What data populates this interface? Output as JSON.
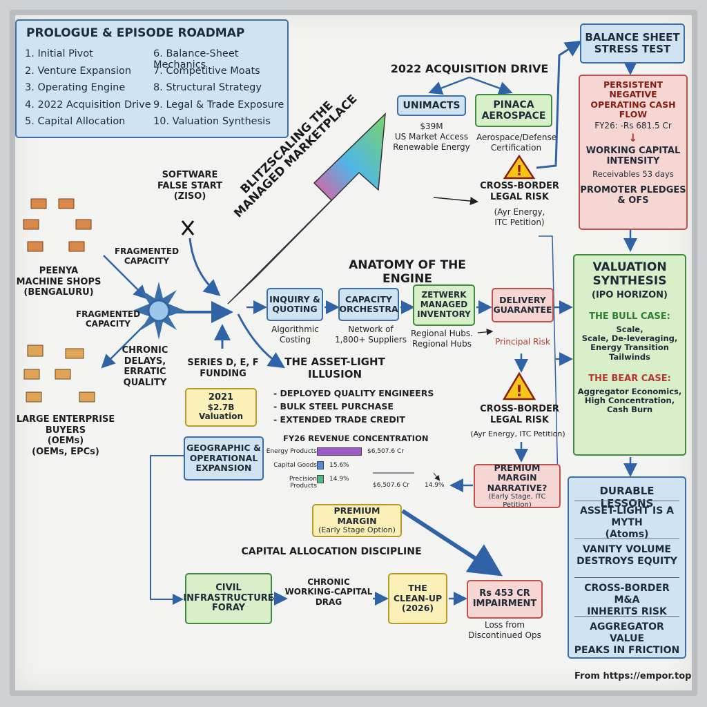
{
  "roadmap": {
    "title": "PROLOGUE & EPISODE ROADMAP",
    "left": [
      "1. Initial Pivot",
      "2. Venture Expansion",
      "3. Operating Engine",
      "4. 2022 Acquisition Drive",
      "5. Capital Allocation"
    ],
    "right": [
      "6. Balance-Sheet Mechanics",
      "7. Competitive Moats",
      "8. Structural Strategy",
      "9. Legal & Trade Exposure",
      "10. Valuation Synthesis"
    ]
  },
  "banner": {
    "line1": "BLITZSCALING THE",
    "line2": "MANAGED MARKETPLACE"
  },
  "acquisition": {
    "title": "2022 ACQUISITION DRIVE",
    "unimacts": {
      "name": "UNIMACTS",
      "note": "$39M\nUS Market Access\nRenewable Energy"
    },
    "pinaca": {
      "name": "PINACA\nAEROSPACE",
      "note": "Aerospace/Defense\nCertification"
    },
    "risk1": "CROSS-BORDER\nLEGAL RISK",
    "risk1_note": "(Ayr Energy,\nITC Petition)"
  },
  "balance": {
    "title": "BALANCE SHEET\nSTRESS TEST",
    "neg": "PERSISTENT NEGATIVE\nOPERATING CASH FLOW",
    "fy": "FY26: -Rs 681.5 Cr",
    "wc": "WORKING CAPITAL\nINTENSITY",
    "recv": "Receivables 53 days",
    "pledge": "PROMOTER PLEDGES\n& OFS"
  },
  "left_side": {
    "software": "SOFTWARE\nFALSE START\n(ZISO)",
    "frag1": "FRAGMENTED\nCAPACITY",
    "frag2": "FRAGMENTED\nCAPACITY",
    "peenya": "PEENYA\nMACHINE SHOPS\n(BENGALURU)",
    "delays": "CHRONIC\nDELAYS,\nERRATIC\nQUALITY",
    "buyers": "LARGE ENTERPRISE\nBUYERS\n(OEMs)\n(OEMs, EPCs)",
    "series": "SERIES D, E, F\nFUNDING",
    "val_year": "2021",
    "val_amt": "$2.7B Valuation"
  },
  "engine": {
    "title": "ANATOMY OF THE ENGINE",
    "inquiry": "INQUIRY &\nQUOTING",
    "inquiry_note": "Algorithmic\nCosting",
    "capacity": "CAPACITY\nORCHESTRA",
    "capacity_note": "Network of\n1,800+ Suppliers",
    "inventory": "ZETWERK\nMANAGED\nINVENTORY",
    "inventory_note": "Regional Hubs.\nRegional Hubs",
    "delivery": "DELIVERY\nGUARANTEE",
    "principal": "Principal Risk",
    "risk2": "CROSS-BORDER\nLEGAL RISK",
    "risk2_note": "(Ayr Energy, ITC Petition)"
  },
  "illusion": {
    "title": "THE ASSET-LIGHT\nILLUSION",
    "items": [
      "- DEPLOYED QUALITY ENGINEERS",
      "- BULK STEEL PURCHASE",
      "- EXTENDED TRADE CREDIT"
    ]
  },
  "revenue": {
    "title": "FY26 REVENUE CONCENTRATION",
    "rows": [
      {
        "label": "Energy Products",
        "value": "$6,507.6 Cr",
        "pct": 100,
        "color": "#9b59c9"
      },
      {
        "label": "Capital Goods",
        "value": "15.6%",
        "pct": 15.6,
        "color": "#4f8fd6"
      },
      {
        "label": "Precision Products",
        "value": "14.9%",
        "pct": 14.9,
        "color": "#4dba8a"
      }
    ],
    "extra1": "$6,507.6 Cr",
    "extra2": "14.9%"
  },
  "expansion": "GEOGRAPHIC &\nOPERATIONAL\nEXPANSION",
  "premium_narr": {
    "title": "PREMIUM MARGIN\nNARRATIVE?",
    "note": "(Early Stage, ITC Petition)"
  },
  "premium": {
    "title": "PREMIUM MARGIN",
    "note": "(Early Stage Option)"
  },
  "capital": {
    "title": "CAPITAL ALLOCATION DISCIPLINE",
    "civil": "CIVIL\nINFRASTRUCTURE\nFORAY",
    "drag": "CHRONIC\nWORKING-CAPITAL\nDRAG",
    "cleanup": "THE\nCLEAN-UP\n(2026)",
    "impair": "Rs 453 CR\nIMPAIRMENT",
    "impair_note": "Loss from\nDiscontinued Ops"
  },
  "valuation": {
    "title": "VALUATION\nSYNTHESIS",
    "sub": "(IPO HORIZON)",
    "bull": "THE BULL CASE:",
    "bull_text": "Scale,\nScale, De-leveraging,\nEnergy Transition Tailwinds",
    "bear": "THE BEAR CASE:",
    "bear_text": "Aggregator Economics,\nHigh Concentration,\nCash Burn"
  },
  "lessons": {
    "title": "DURABLE LESSONS",
    "items": [
      "ASSET-LIGHT IS A MYTH\n(Atoms)",
      "VANITY VOLUME\nDESTROYS EQUITY",
      "CROSS-BORDER M&A\nINHERITS RISK",
      "AGGREGATOR VALUE\nPEAKS IN FRICTION"
    ]
  },
  "footer": "From https://empor.top",
  "colors": {
    "accent_blue": "#3a6fa8",
    "risk_red": "#c0504d",
    "bull_green": "#2e7d32",
    "bear_red": "#b23a2f"
  }
}
